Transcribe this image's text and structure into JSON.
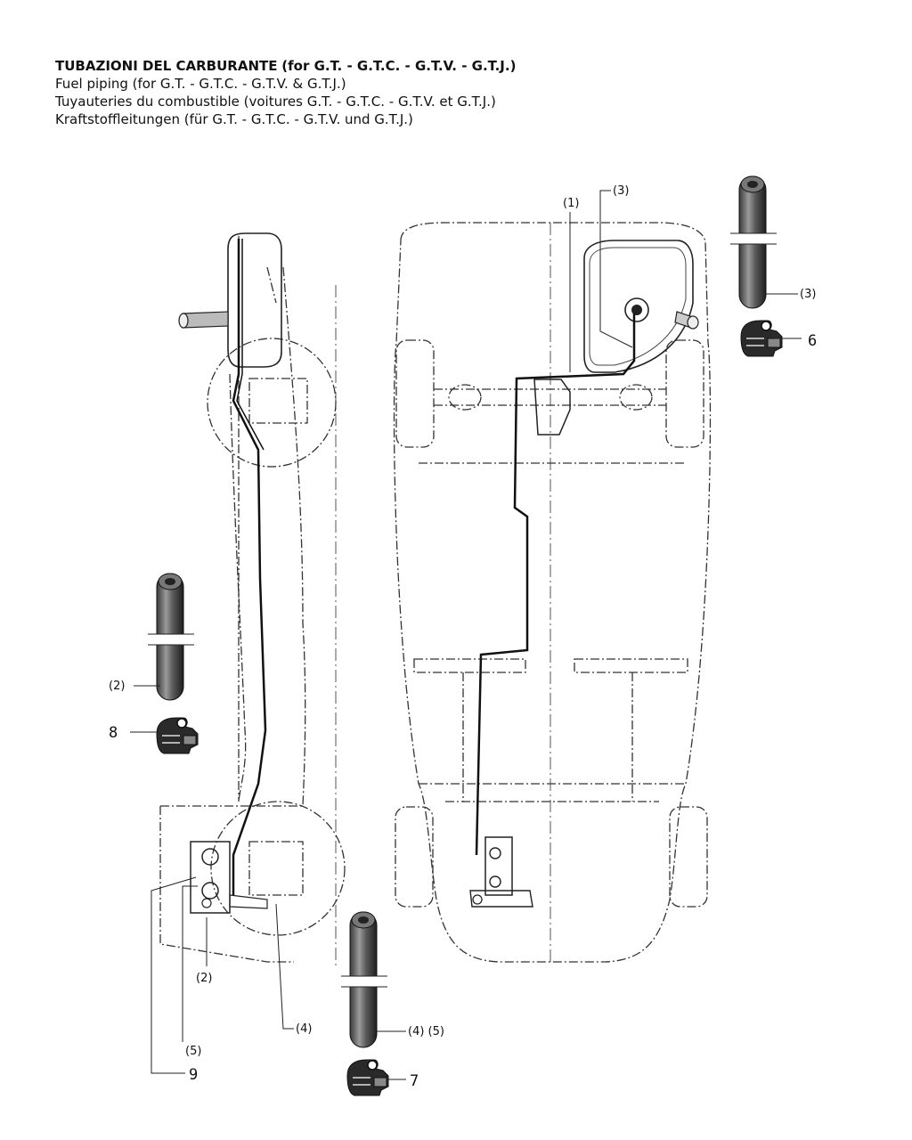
{
  "header": {
    "title_it": "TUBAZIONI DEL CARBURANTE",
    "title_it_models": "(for G.T. - G.T.C. - G.T.V. - G.T.J.)",
    "title_en": "Fuel piping (for G.T. - G.T.C. - G.T.V. & G.T.J.)",
    "title_fr": "Tuyauteries du combustible (voitures G.T. - G.T.C. - G.T.V. et G.T.J.)",
    "title_de": "Kraftstoffleitungen (für G.T. - G.T.C. - G.T.V. und G.T.J.)"
  },
  "callouts": {
    "p1": "(1)",
    "p2": "(2)",
    "p3": "(3)",
    "p4": "(4)",
    "p5": "(5)",
    "p45": "(4) (5)",
    "n6": "6",
    "n7": "7",
    "n8": "8",
    "n9": "9"
  }
}
